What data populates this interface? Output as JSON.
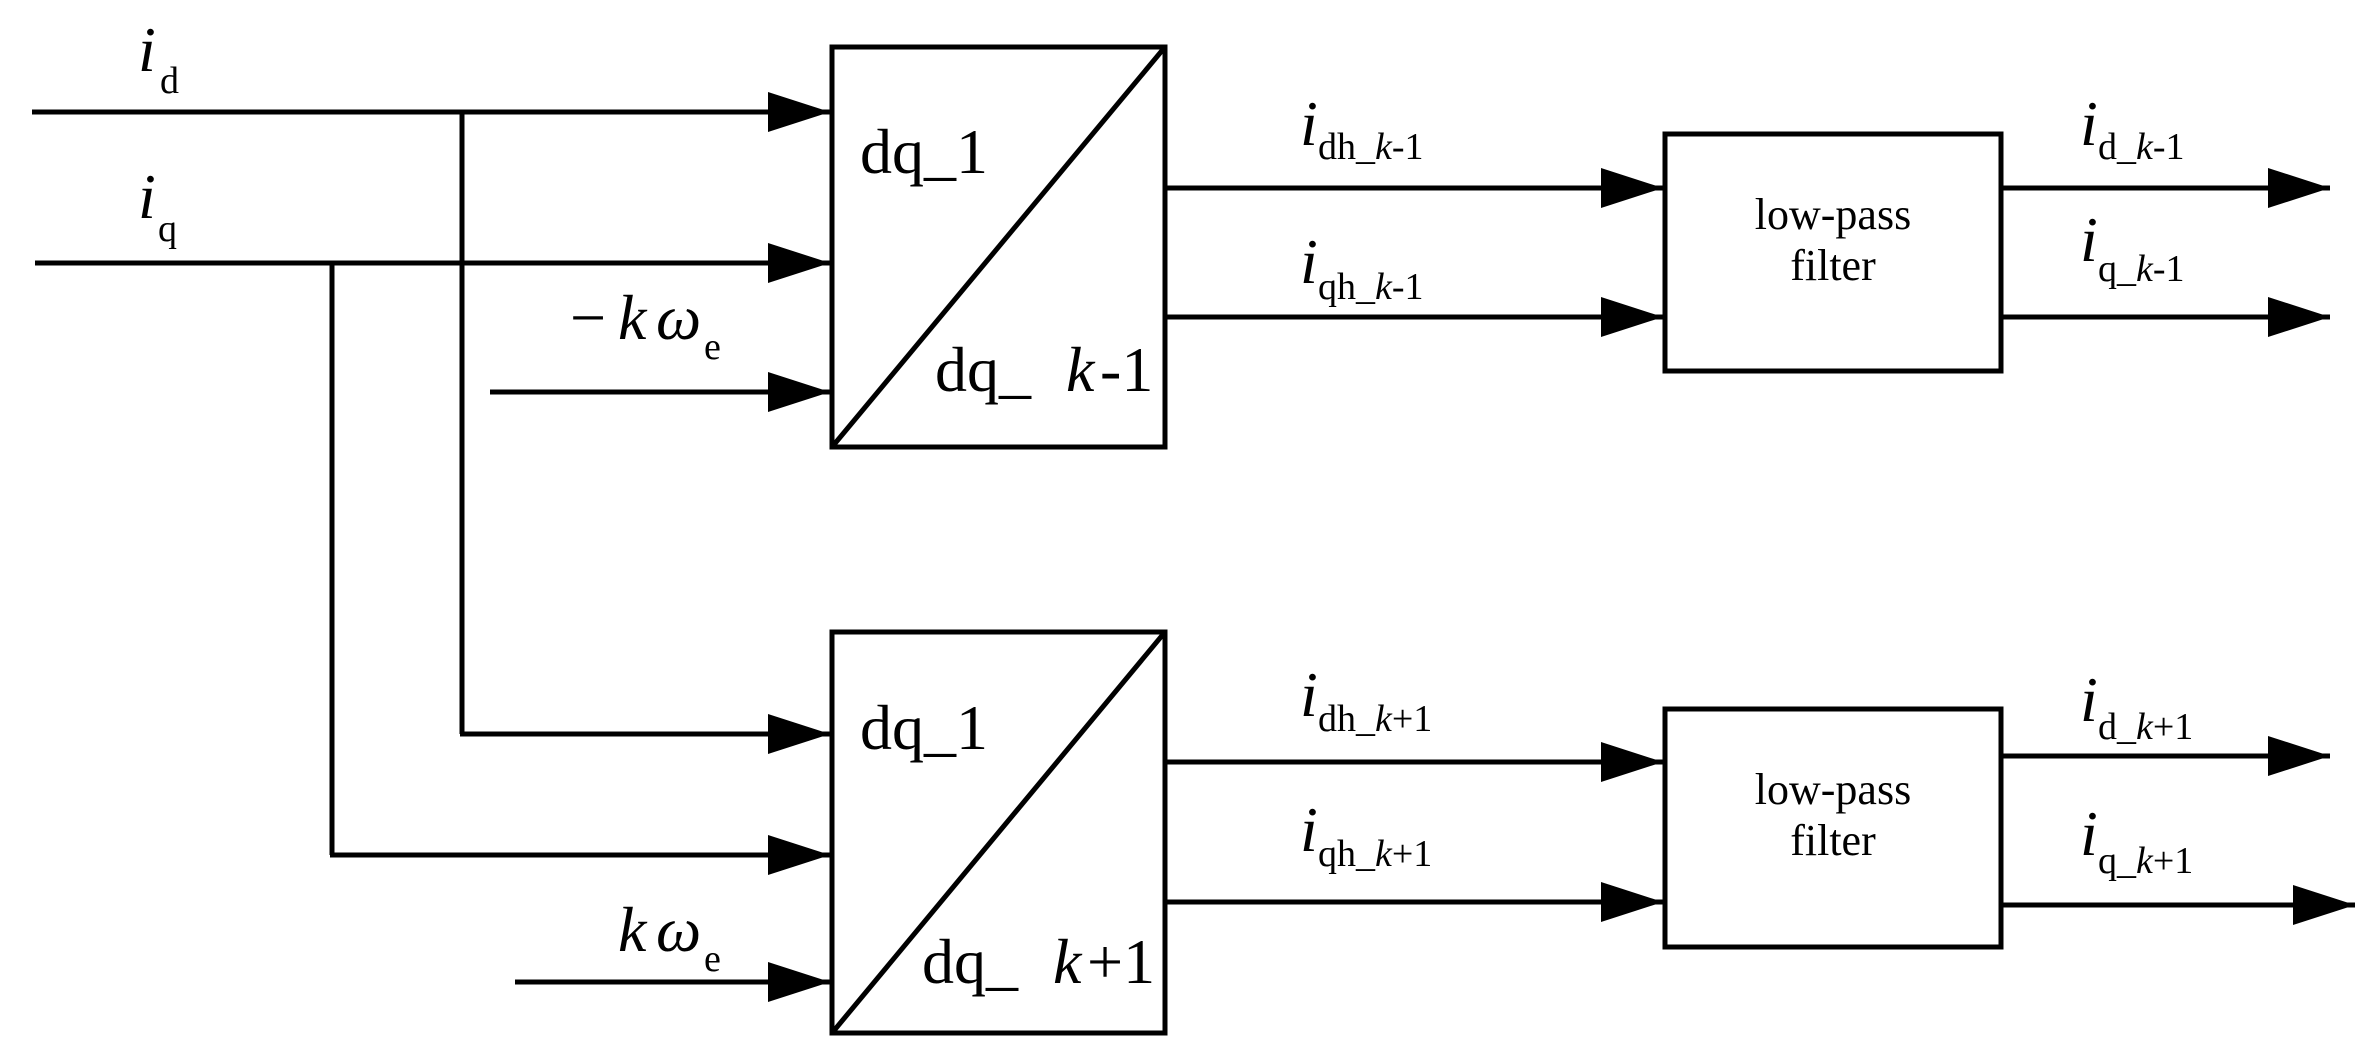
{
  "inputs": {
    "id": {
      "symbol": "i",
      "sub": "d"
    },
    "iq": {
      "symbol": "i",
      "sub": "q"
    },
    "neg_kwe": {
      "minus": "−",
      "k": "k",
      "omega": "ω",
      "sub": "e"
    },
    "kwe": {
      "k": "k",
      "omega": "ω",
      "sub": "e"
    }
  },
  "block_upper": {
    "top_label": "dq_1",
    "bottom_prefix": "dq_",
    "bottom_k": "k",
    "bottom_suffix": "-1"
  },
  "block_lower": {
    "top_label": "dq_1",
    "bottom_prefix": "dq_",
    "bottom_k": "k",
    "bottom_suffix": "+1"
  },
  "filter_upper": {
    "line1": "low-pass",
    "line2": "filter"
  },
  "filter_lower": {
    "line1": "low-pass",
    "line2": "filter"
  },
  "signals": {
    "idh_km1": {
      "symbol": "i",
      "sub_a": "dh_",
      "sub_k": "k",
      "sub_b": "-1"
    },
    "iqh_km1": {
      "symbol": "i",
      "sub_a": "qh_",
      "sub_k": "k",
      "sub_b": "-1"
    },
    "idh_kp1": {
      "symbol": "i",
      "sub_a": "dh_",
      "sub_k": "k",
      "sub_b": "+1"
    },
    "iqh_kp1": {
      "symbol": "i",
      "sub_a": "qh_",
      "sub_k": "k",
      "sub_b": "+1"
    },
    "id_km1": {
      "symbol": "i",
      "sub_a": "d_",
      "sub_k": "k",
      "sub_b": "-1"
    },
    "iq_km1": {
      "symbol": "i",
      "sub_a": "q_",
      "sub_k": "k",
      "sub_b": "-1"
    },
    "id_kp1": {
      "symbol": "i",
      "sub_a": "d_",
      "sub_k": "k",
      "sub_b": "+1"
    },
    "iq_kp1": {
      "symbol": "i",
      "sub_a": "q_",
      "sub_k": "k",
      "sub_b": "+1"
    }
  }
}
